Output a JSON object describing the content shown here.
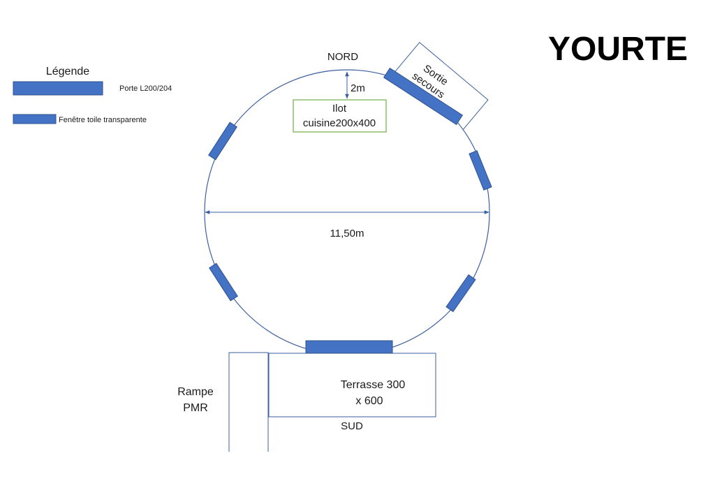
{
  "title": "YOURTE",
  "legend": {
    "heading": "Légende",
    "door_label": "Porte L200/204",
    "window_label": "Fenêtre toile transparente"
  },
  "labels": {
    "north": "NORD",
    "south": "SUD",
    "dimension_kitchen": "2m",
    "kitchen_line1": "Ilot",
    "kitchen_line2": "cuisine200x400",
    "emergency_line1": "Sortie",
    "emergency_line2": "secours",
    "diameter": "11,50m",
    "terrace_line1": "Terrasse 300",
    "terrace_line2": "x 600",
    "ramp_line1": "Rampe",
    "ramp_line2": "PMR"
  },
  "colors": {
    "outline": "#3b5fa0",
    "fill": "#4472c4",
    "kitchen_border": "#70ad47",
    "title": "#000000",
    "text": "#1a1a1a"
  }
}
